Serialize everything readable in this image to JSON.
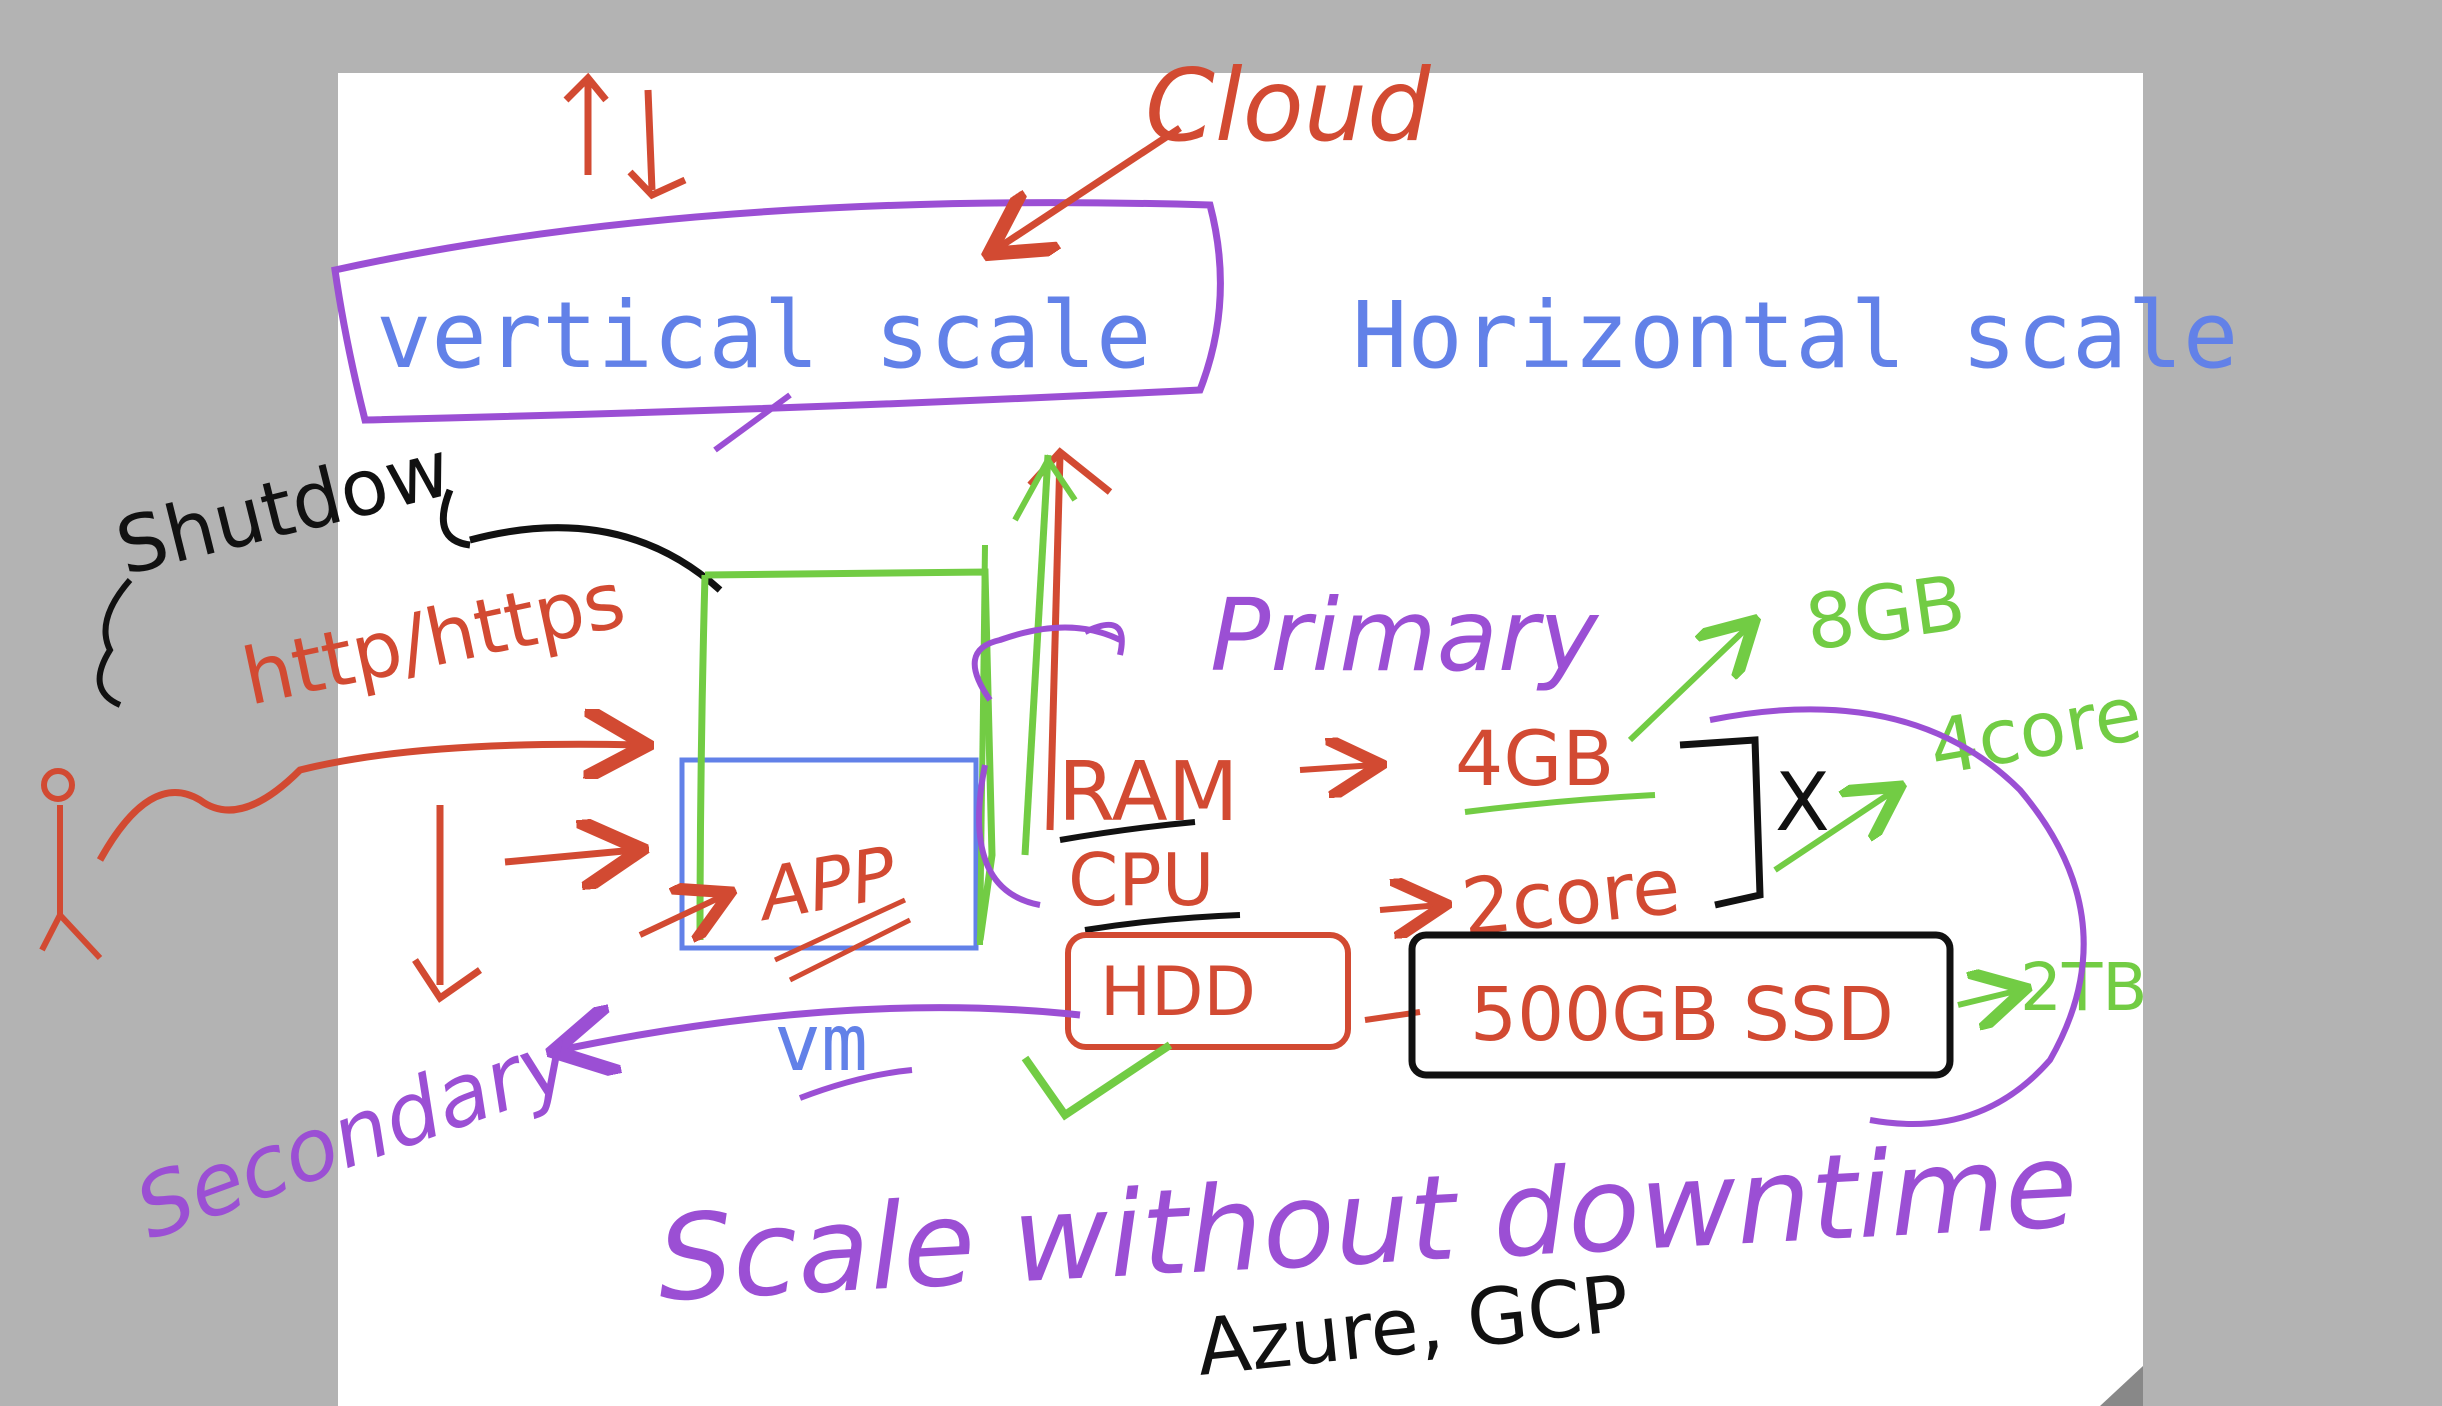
{
  "colors": {
    "typed": "#6281e8",
    "red": "#d24a32",
    "purple": "#9b4fd4",
    "green": "#72cc44",
    "black": "#111111"
  },
  "typed_labels": {
    "vertical": "vertical scale",
    "horizontal": "Horizontal scale",
    "vm": "vm"
  },
  "handwritten": {
    "cloud": "Cloud",
    "shutdown": "Shutdow",
    "protocol": "http/https",
    "app": "APP",
    "primary": "Primary",
    "secondary": "Secondary",
    "ram": "RAM",
    "cpu": "CPU",
    "hdd": "HDD",
    "ram_value": "4GB",
    "cpu_value": "2core",
    "hdd_value": "500GB SSD",
    "ram_upgrade": "8GB",
    "cpu_upgrade": "4core",
    "hdd_upgrade": "2TB",
    "cross_mark": "X",
    "tagline": "Scale without downtime",
    "providers": "Azure, GCP"
  },
  "icons": [
    "up-arrow-icon",
    "down-arrow-icon",
    "person-icon",
    "check-icon"
  ]
}
